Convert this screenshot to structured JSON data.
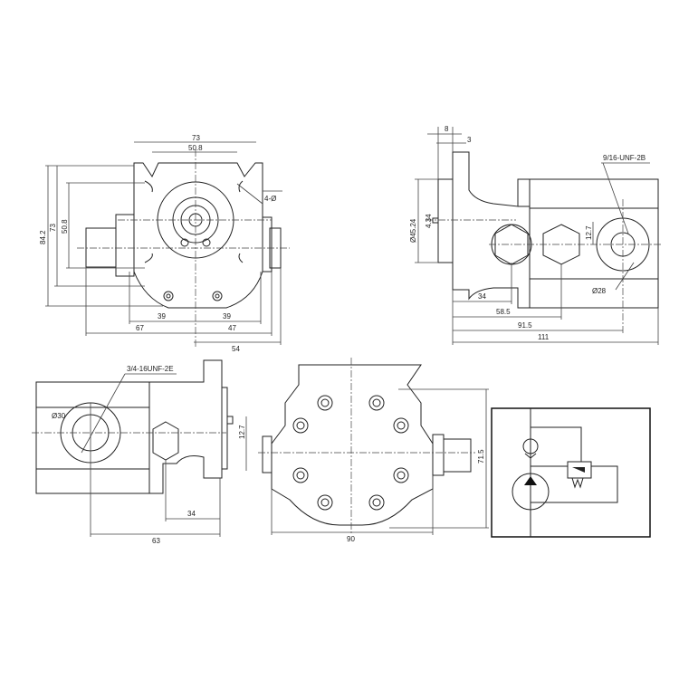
{
  "front_view": {
    "dim_width": "73",
    "dim_bolt_spacing_h": "50.8",
    "hole_callout": "4-Ø",
    "dim_height_total": "84.2",
    "dim_height": "73",
    "dim_bolt_spacing_v": "50.8",
    "dim_left_39": "39",
    "dim_right_39": "39",
    "dim_left_67": "67",
    "dim_right_47": "47",
    "dim_right_54": "54"
  },
  "side_view": {
    "dim_8": "8",
    "dim_3": "3",
    "port_thread": "9/16-UNF-2B",
    "pilot_diameter": "Ø45.24",
    "shaft_dim": "4.34",
    "port_offset": "12.7",
    "port_spot_face": "Ø28",
    "dim_34": "34",
    "dim_58_5": "58.5",
    "dim_91_5": "91.5",
    "dim_111": "111"
  },
  "bottom_view": {
    "port_thread": "3/4-16UNF-2E",
    "port_spot_face": "Ø30",
    "port_offset": "12.7",
    "dim_34": "34",
    "dim_63": "63"
  },
  "rear_view": {
    "dim_height": "71.5",
    "dim_width": "90"
  }
}
